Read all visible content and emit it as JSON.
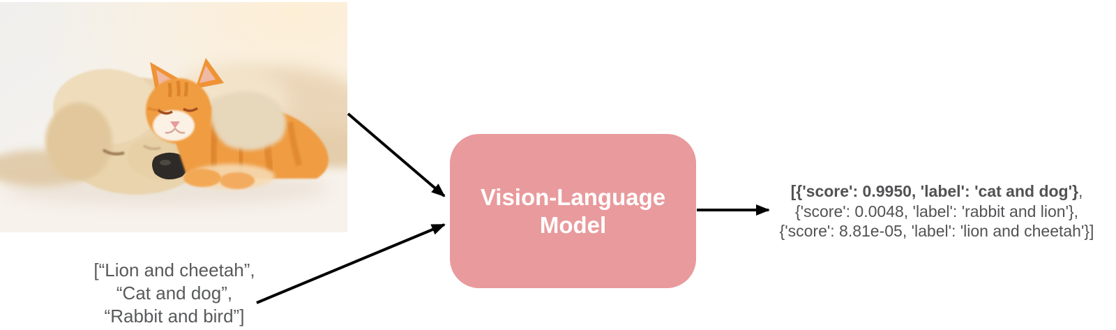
{
  "figure": {
    "name": "dog-and-kitten-photo"
  },
  "input_text": {
    "lines": [
      "[“Lion and cheetah”,",
      "“Cat and dog”,",
      "“Rabbit and bird”]"
    ]
  },
  "model": {
    "label_line1": "Vision-Language",
    "label_line2": "Model"
  },
  "output": {
    "line1_bold": "[{'score': 0.9950, 'label': 'cat and dog'}",
    "line1_tail": ",",
    "line2": "{'score': 0.0048, 'label': 'rabbit and lion'},",
    "line3": "{'score': 8.81e-05, 'label': 'lion and cheetah'}]"
  },
  "colors": {
    "model_fill": "#E99A9C",
    "model_text": "#FFFFFF",
    "arrow": "#000000",
    "input_text_gray": "#58595B",
    "output_text_gray": "#525254",
    "background": "#FFFFFF"
  }
}
